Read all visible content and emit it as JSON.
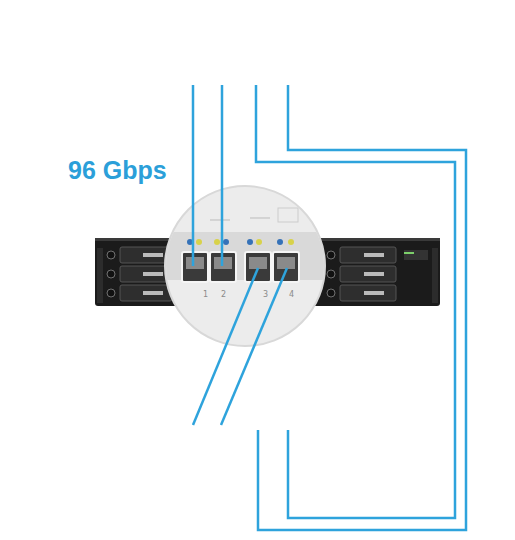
{
  "diagram": {
    "labels": [
      "96 Gbps",
      "1",
      "2",
      "3",
      "4"
    ]
  }
}
